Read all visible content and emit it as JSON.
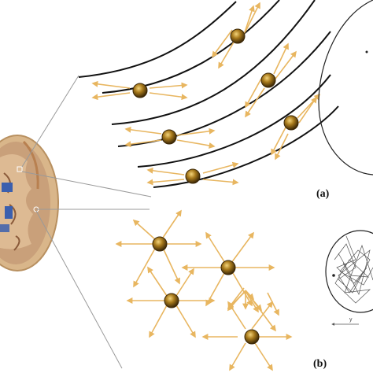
{
  "panels": {
    "a": {
      "label": "(a)"
    },
    "b": {
      "label": "(b)",
      "axis_label": "y"
    }
  },
  "colors": {
    "arrow": "#e8b660",
    "fiber": "#111111",
    "particle_outer": "#3a2606",
    "particle_mid": "#a87a1c",
    "particle_highlight": "#f3d37a",
    "brain_bone": "#d9b68a",
    "brain_tissue": "#c9a07a",
    "ventricle_blue": "#3b5fae",
    "zoom_line": "#9a9a9a"
  },
  "icons": {
    "brain": "axial-brain-slice-icon",
    "particle": "water-molecule-particle-icon"
  }
}
